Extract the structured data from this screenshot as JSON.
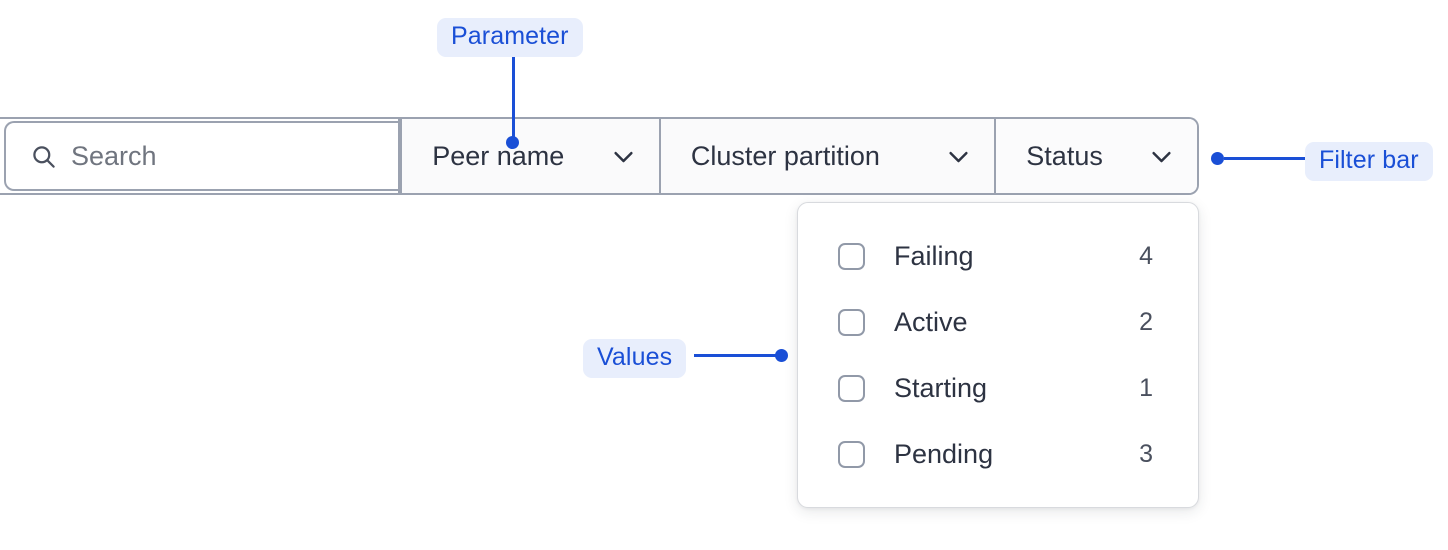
{
  "annotations": [
    {
      "id": "parameter",
      "label": "Parameter"
    },
    {
      "id": "filter_bar",
      "label": "Filter bar"
    },
    {
      "id": "values",
      "label": "Values"
    }
  ],
  "annotation_color": "#1a4fd6",
  "annotation_bg": "#e8eefc",
  "filter_bar": {
    "search": {
      "icon": "search-icon",
      "placeholder": "Search",
      "value": ""
    },
    "cells": [
      {
        "label": "Peer name",
        "icon": "chevron-down-icon",
        "expanded": false
      },
      {
        "label": "Cluster partition",
        "icon": "chevron-down-icon",
        "expanded": false
      },
      {
        "label": "Status",
        "icon": "chevron-down-icon",
        "expanded": true
      }
    ]
  },
  "values_panel": {
    "options": [
      {
        "label": "Failing",
        "count": "4",
        "checked": false
      },
      {
        "label": "Active",
        "count": "2",
        "checked": false
      },
      {
        "label": "Starting",
        "count": "1",
        "checked": false
      },
      {
        "label": "Pending",
        "count": "3",
        "checked": false
      }
    ]
  }
}
